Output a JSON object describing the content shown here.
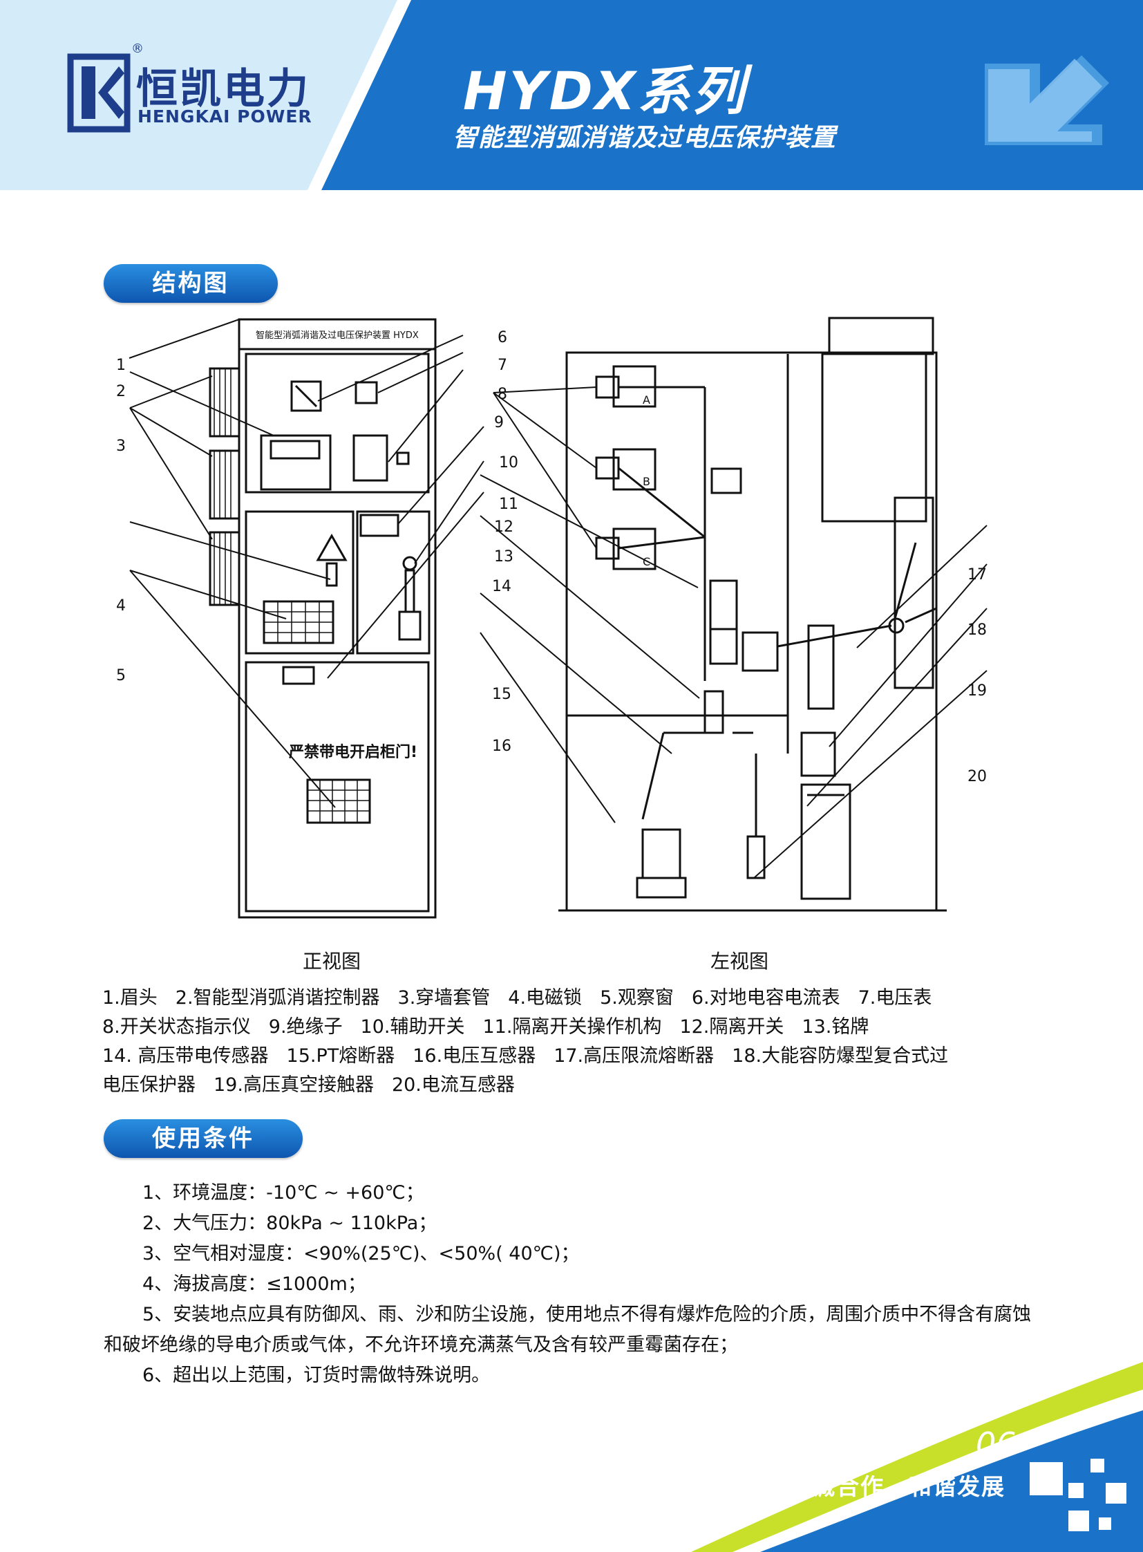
{
  "header": {
    "brand_cn": "恒凯电力",
    "brand_en": "HENGKAI POWER",
    "registered_mark": "®",
    "series_title": "HYDX系列",
    "product_subtitle": "智能型消弧消谐及过电压保护装置"
  },
  "structure_section": {
    "heading": "结构图",
    "front_view_label": "正视图",
    "left_view_label": "左视图",
    "cabinet_top_label": "智能型消弧消谐及过电压保护装置 HYDX",
    "warning_text": "严禁带电开启柜门!",
    "phase_labels": [
      "A",
      "B",
      "C"
    ],
    "callout_numbers": [
      "1",
      "2",
      "3",
      "4",
      "5",
      "6",
      "7",
      "8",
      "9",
      "10",
      "11",
      "12",
      "13",
      "14",
      "15",
      "16",
      "17",
      "18",
      "19",
      "20"
    ],
    "legend_lines": [
      [
        "1.眉头",
        "2.智能型消弧消谐控制器",
        "3.穿墙套管",
        "4.电磁锁",
        "5.观察窗",
        "6.对地电容电流表",
        "7.电压表"
      ],
      [
        "8.开关状态指示仪",
        "9.绝缘子",
        "10.辅助开关",
        "11.隔离开关操作机构",
        "12.隔离开关",
        "13.铭牌"
      ],
      [
        "14. 高压带电传感器",
        "15.PT熔断器",
        "16.电压互感器",
        "17.高压限流熔断器",
        "18.大能容防爆型复合式过"
      ],
      [
        "电压保护器",
        "19.高压真空接触器",
        "20.电流互感器"
      ]
    ]
  },
  "conditions_section": {
    "heading": "使用条件",
    "items": [
      "1、环境温度：-10℃ ~ +60℃；",
      "2、大气压力：80kPa ~ 110kPa；",
      "3、空气相对湿度：<90%(25℃)、<50%( 40℃)；",
      "4、海拔高度：≤1000m；",
      "5、安装地点应具有防御风、雨、沙和防尘设施，使用地点不得有爆炸危险的介质，周围介质中不得含有腐蚀和破坏绝缘的导电介质或气体，不允许环境充满蒸气及含有较严重霉菌存在；",
      "6、超出以上范围，订货时需做特殊说明。"
    ]
  },
  "footer": {
    "slogan": "真诚合作　和谐发展",
    "page_number": "06"
  },
  "colors": {
    "brand_blue": "#1e3e8c",
    "header_blue": "#1a73c8",
    "light_blue": "#d4ecfa",
    "footer_green": "#c8e02a"
  }
}
